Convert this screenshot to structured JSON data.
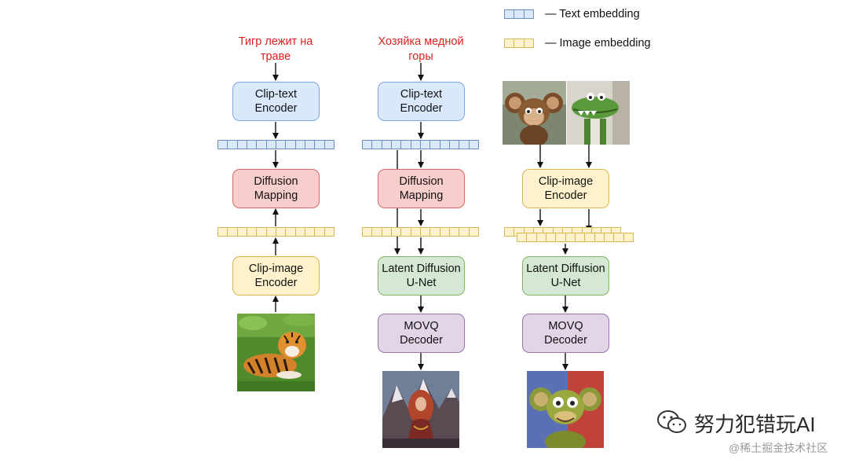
{
  "legend": {
    "text_embedding": "— Text embedding",
    "image_embedding": "— Image embedding"
  },
  "columns": {
    "text2image": {
      "prompt": "Тигр лежит на\nтраве",
      "clip_text_encoder": "Clip-text\nEncoder",
      "diffusion_mapping": "Diffusion\nMapping",
      "clip_image_encoder": "Clip-image\nEncoder"
    },
    "text_generation": {
      "prompt": "Хозяйка медной\nгоры",
      "clip_text_encoder": "Clip-text\nEncoder",
      "diffusion_mapping": "Diffusion\nMapping",
      "unet": "Latent Diffusion\nU-Net",
      "decoder": "MOVQ\nDecoder"
    },
    "image_blending": {
      "clip_image_encoder": "Clip-image\nEncoder",
      "unet": "Latent Diffusion\nU-Net",
      "decoder": "MOVQ\nDecoder"
    }
  },
  "watermark": {
    "main": "努力犯错玩AI",
    "sub": "@稀土掘金技术社区"
  },
  "colors": {
    "prompt_text": "#dd1f1f",
    "arrow": "#111111"
  }
}
